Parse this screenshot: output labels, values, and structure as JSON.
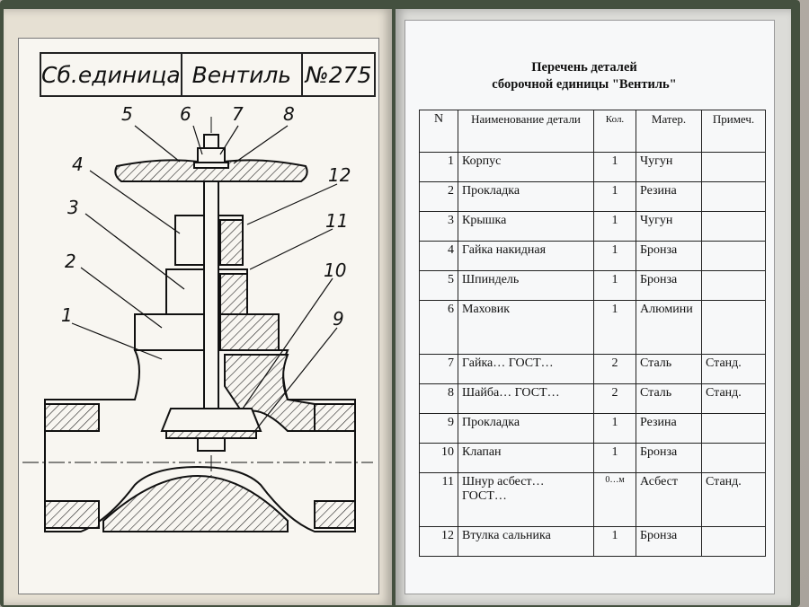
{
  "drawing": {
    "title_cells": [
      "Сб.единица",
      "Вентиль",
      "№275"
    ],
    "callouts": [
      "1",
      "2",
      "3",
      "4",
      "5",
      "6",
      "7",
      "8",
      "9",
      "10",
      "11",
      "12"
    ]
  },
  "parts_list": {
    "title_line1": "Перечень деталей",
    "title_line2": "сборочной единицы \"Вентиль\"",
    "headers": {
      "n": "N",
      "name": "Наименование детали",
      "qty": "Кол.",
      "material": "Матер.",
      "note": "Примеч."
    },
    "rows": [
      {
        "n": "1",
        "name": "Корпус",
        "qty": "1",
        "material": "Чугун",
        "note": ""
      },
      {
        "n": "2",
        "name": "Прокладка",
        "qty": "1",
        "material": "Резина",
        "note": ""
      },
      {
        "n": "3",
        "name": "Крышка",
        "qty": "1",
        "material": "Чугун",
        "note": ""
      },
      {
        "n": "4",
        "name": "Гайка накидная",
        "qty": "1",
        "material": "Бронза",
        "note": ""
      },
      {
        "n": "5",
        "name": "Шпиндель",
        "qty": "1",
        "material": "Бронза",
        "note": ""
      },
      {
        "n": "6",
        "name": "Маховик",
        "qty": "1",
        "material": "Алюмини",
        "note": ""
      },
      {
        "n": "7",
        "name": "Гайка… ГОСТ…",
        "qty": "2",
        "material": "Сталь",
        "note": "Станд."
      },
      {
        "n": "8",
        "name": "Шайба… ГОСТ…",
        "qty": "2",
        "material": "Сталь",
        "note": "Станд."
      },
      {
        "n": "9",
        "name": "Прокладка",
        "qty": "1",
        "material": "Резина",
        "note": ""
      },
      {
        "n": "10",
        "name": "Клапан",
        "qty": "1",
        "material": "Бронза",
        "note": ""
      },
      {
        "n": "11",
        "name": "Шнур асбест… ГОСТ…",
        "qty": "0…м",
        "material": "Асбест",
        "note": "Станд."
      },
      {
        "n": "12",
        "name": "Втулка сальника",
        "qty": "1",
        "material": "Бронза",
        "note": ""
      }
    ]
  }
}
